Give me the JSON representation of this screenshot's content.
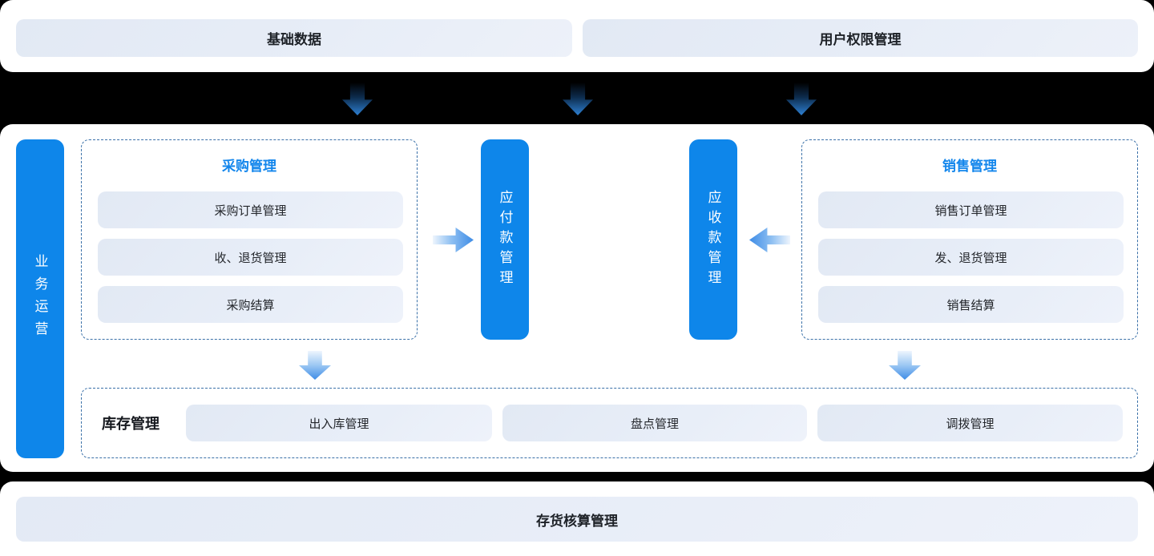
{
  "colors": {
    "primary_blue": "#0E86EA",
    "title_blue": "#1386EC",
    "dashed_border_blue": "#3A70A8",
    "light_box_bg": "#E4EBF5",
    "panel_bg": "#FFFFFF",
    "page_bg": "#000000",
    "dark_text": "#1D2127"
  },
  "top_panel": {
    "basic_data_label": "基础数据",
    "user_permission_label": "用户权限管理"
  },
  "main_panel": {
    "business_bar_label": "业务运营",
    "purchase": {
      "title": "采购管理",
      "items": [
        "采购订单管理",
        "收、退货管理",
        "采购结算"
      ]
    },
    "payable_label": "应付款管理",
    "receivable_label": "应收款管理",
    "sales": {
      "title": "销售管理",
      "items": [
        "销售订单管理",
        "发、退货管理",
        "销售结算"
      ]
    },
    "inventory": {
      "title": "库存管理",
      "items": [
        "出入库管理",
        "盘点管理",
        "调拨管理"
      ]
    }
  },
  "bottom_panel": {
    "inventory_accounting_label": "存货核算管理"
  },
  "icons": {
    "band_arrows": [
      "arrow-down-icon",
      "arrow-down-icon",
      "arrow-down-icon"
    ],
    "purchase_to_payable": "arrow-right-icon",
    "sales_to_receivable": "arrow-left-icon",
    "purchase_to_inventory": "arrow-down-icon",
    "sales_to_inventory": "arrow-down-icon"
  }
}
